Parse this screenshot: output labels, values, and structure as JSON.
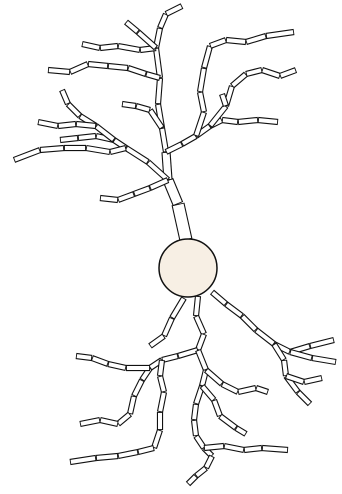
{
  "diagram": {
    "subject": "neuron-morphology",
    "colors": {
      "background": "#ffffff",
      "outline": "#111111",
      "dendrite_fill": "#ffffff",
      "trunk_fill": "#d9d9d9",
      "soma_fill": "#f7efe4"
    },
    "parts": [
      "soma",
      "apical-trunk",
      "apical-dendrites",
      "basal-dendrites"
    ]
  }
}
